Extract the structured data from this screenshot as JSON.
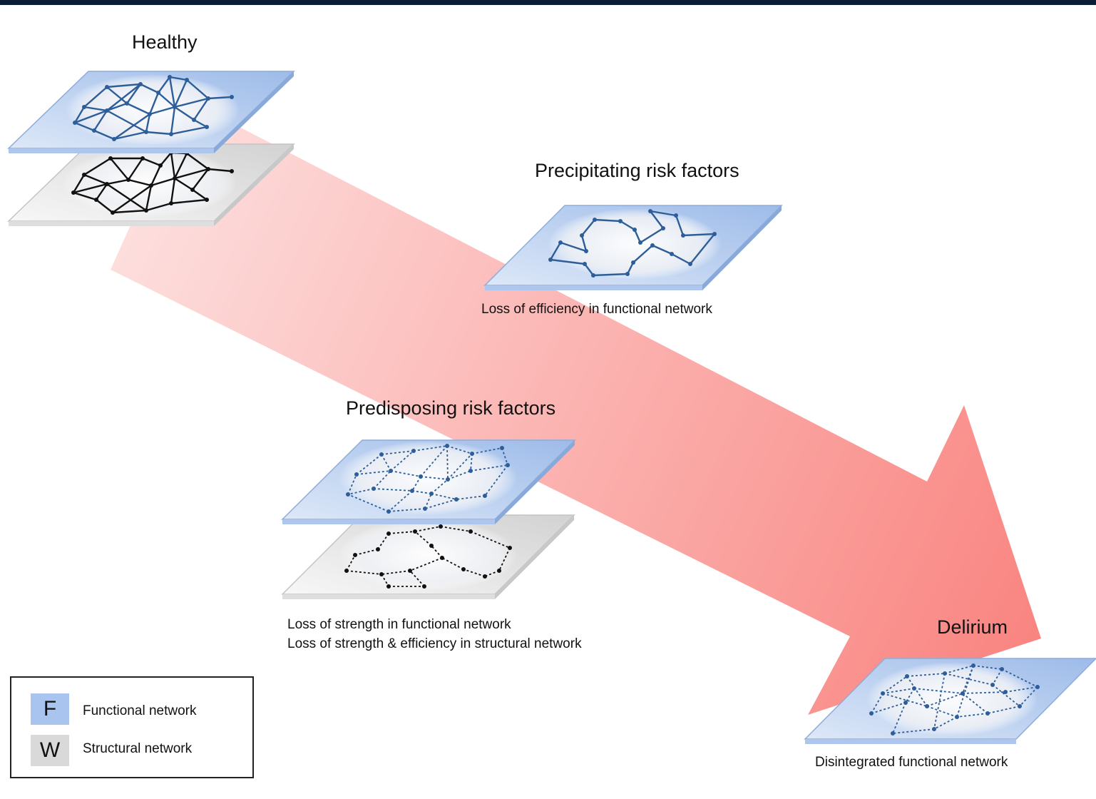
{
  "stages": {
    "healthy": {
      "title": "Healthy"
    },
    "precipitating": {
      "title": "Precipitating risk factors",
      "caption": "Loss of efficiency in functional network"
    },
    "predisposing": {
      "title": "Predisposing risk factors",
      "caption_line1": "Loss of strength in functional network",
      "caption_line2": "Loss of strength & efficiency in structural network"
    },
    "delirium": {
      "title": "Delirium",
      "caption": "Disintegrated functional network"
    }
  },
  "legend": {
    "functional": {
      "symbol": "F",
      "label": "Functional network",
      "color": "#a9c4ee"
    },
    "structural": {
      "symbol": "W",
      "label": "Structural network",
      "color": "#d9d9d9"
    }
  },
  "colors": {
    "arrow_start": "#fde0df",
    "arrow_end": "#f98480",
    "functional_edge": "#2e5e99",
    "structural_edge": "#111111"
  }
}
